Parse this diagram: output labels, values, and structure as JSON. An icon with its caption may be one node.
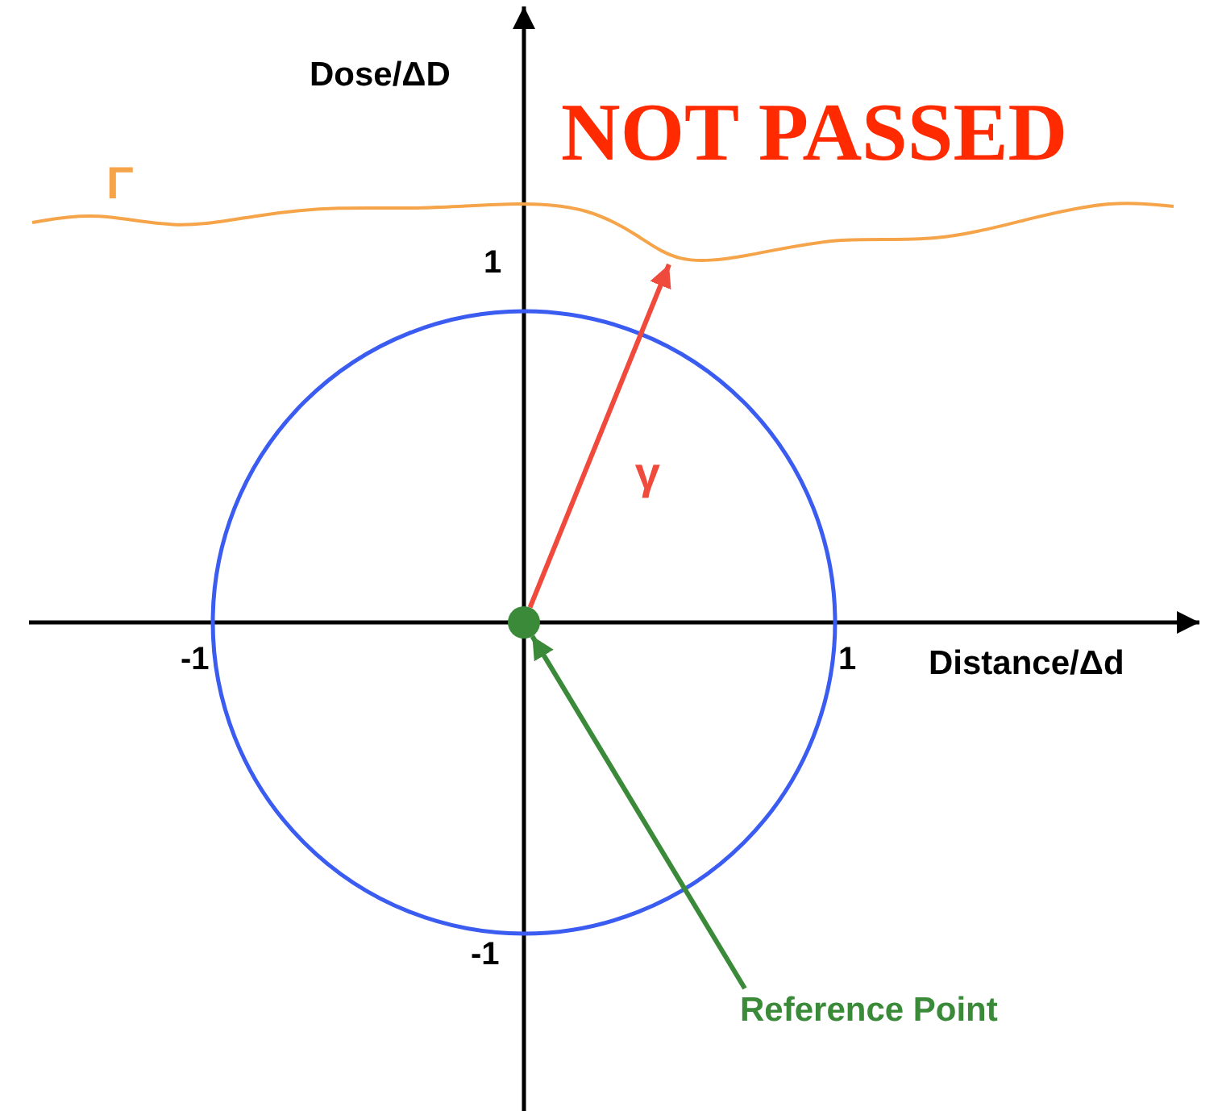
{
  "diagram": {
    "nodes": [
      {
        "text": [
          "Reference Point"
        ]
      },
      {
        "text": [],
        "shape": "circle"
      },
      {
        "text": [
          "Γ"
        ]
      }
    ],
    "edges": [
      {
        "from": 0,
        "to": 1,
        "arrow": "to",
        "color": "#3a8a3a"
      },
      {
        "from": 1,
        "to": 2,
        "arrow": "to",
        "label": "γ",
        "color": "#f04a3c"
      }
    ],
    "labels": [
      "Dose/ΔD",
      "NOT PASSED",
      "1",
      "-1",
      "1",
      "-1",
      "Distance/Δd"
    ]
  }
}
